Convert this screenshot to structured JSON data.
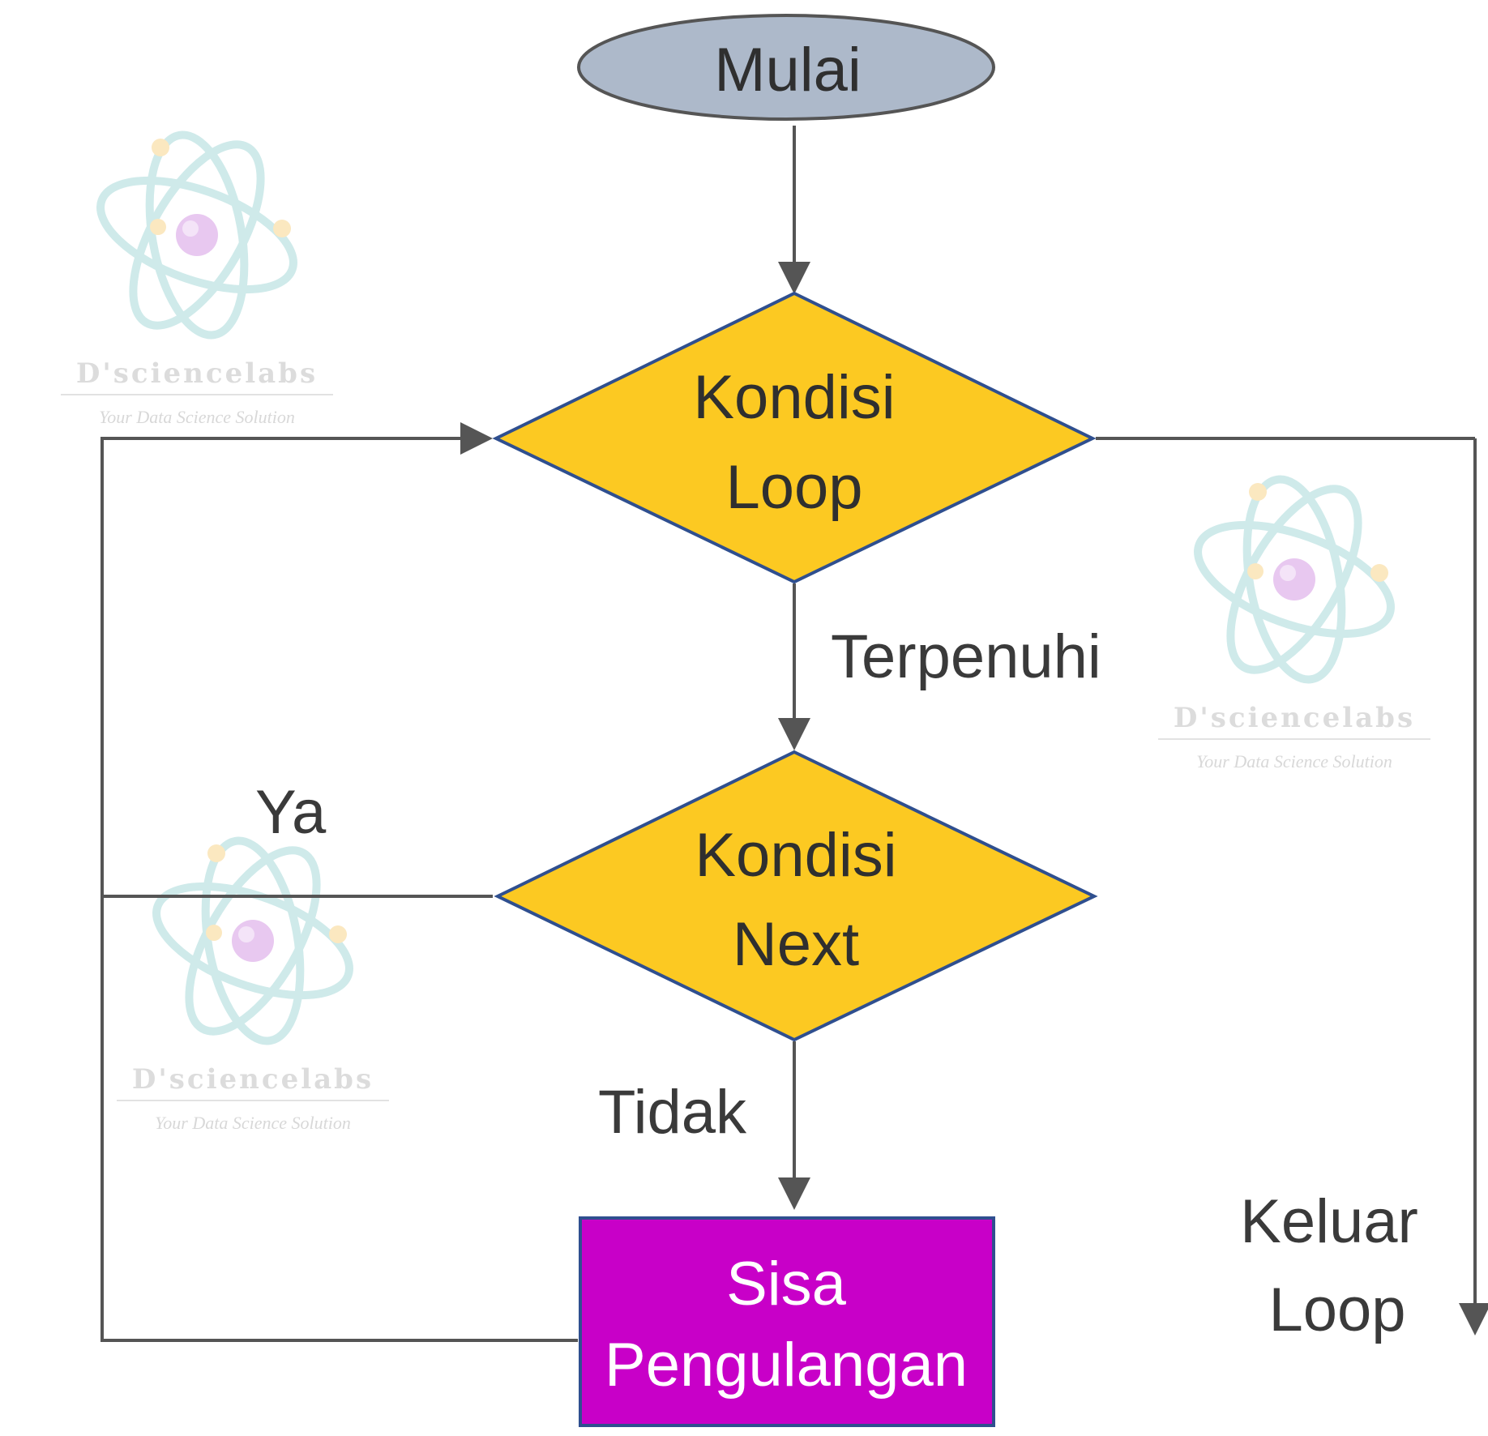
{
  "nodes": {
    "start": {
      "label": "Mulai"
    },
    "loop_condition": {
      "line1": "Kondisi",
      "line2": "Loop"
    },
    "next_condition": {
      "line1": "Kondisi",
      "line2": "Next"
    },
    "rest": {
      "line1": "Sisa",
      "line2": "Pengulangan"
    }
  },
  "edges": {
    "fulfilled": "Terpenuhi",
    "yes": "Ya",
    "no": "Tidak",
    "exit_line1": "Keluar",
    "exit_line2": "Loop"
  },
  "watermark": {
    "brand": "D'sciencelabs",
    "tagline": "Your Data Science Solution"
  },
  "colors": {
    "start_fill": "#adb9ca",
    "decision_fill": "#fcc922",
    "process_fill": "#c800c8",
    "outline": "#2f4f8f",
    "arrow": "#555555"
  }
}
